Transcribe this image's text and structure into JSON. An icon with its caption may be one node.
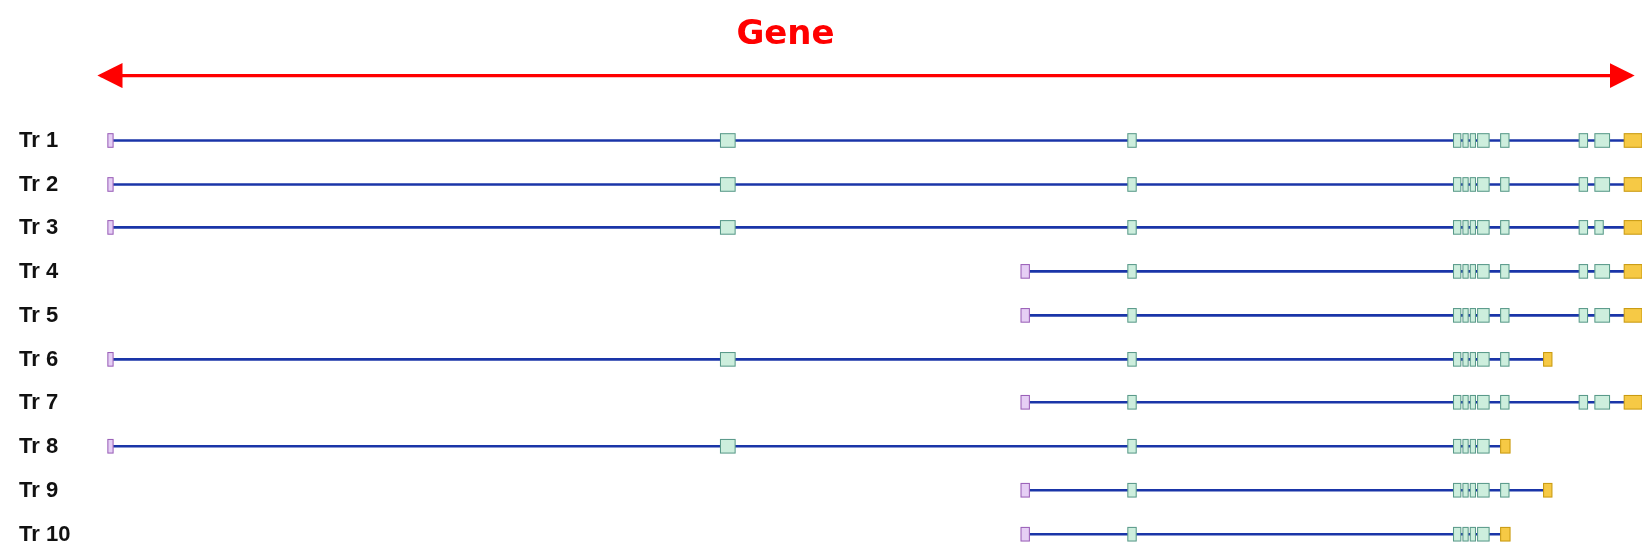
{
  "diagram": {
    "title": "Gene",
    "labels": [
      "Tr 1",
      "Tr 2",
      "Tr 3",
      "Tr 4",
      "Tr 5",
      "Tr 6",
      "Tr 7",
      "Tr 8",
      "Tr 9",
      "Tr 10"
    ]
  }
}
